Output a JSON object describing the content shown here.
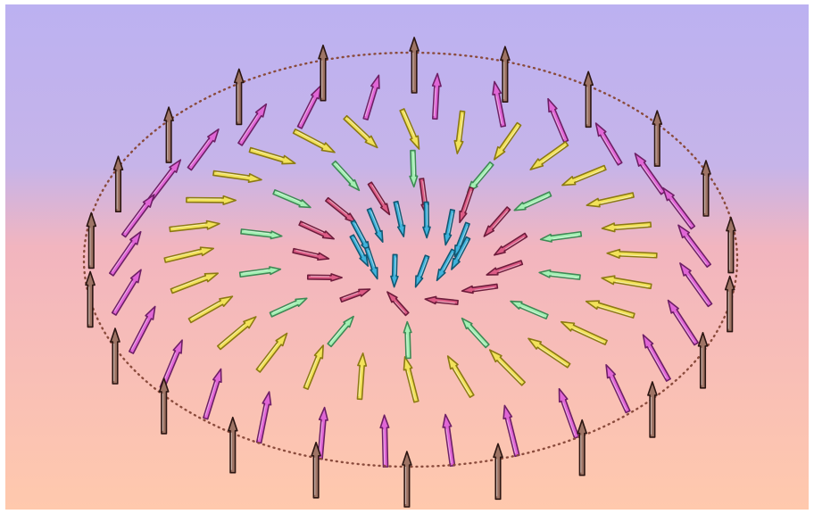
{
  "figure": {
    "kind": "magnetic-skyrmion-spin-texture",
    "background": {
      "top_color": "#bcb1f1",
      "middle_color": "#f2b5bf",
      "bottom_color": "#ffc9ad"
    },
    "boundary": {
      "style": "dotted",
      "color": "#8a4b3c"
    },
    "rings": [
      {
        "name": "outer-up-spins",
        "count": 22,
        "fill": "#9e7465",
        "stroke": "#2c1612",
        "spin_direction": "up",
        "spin_angle_deg": 90,
        "tilt_deg": 0
      },
      {
        "name": "magenta-tilted-spins",
        "count": 28,
        "fill": "#e066d6",
        "stroke": "#6e1f66",
        "spin_angle_deg": 172,
        "tilt_deg": 55
      },
      {
        "name": "yellow-in-plane-spins",
        "count": 28,
        "fill": "#f2e25a",
        "stroke": "#8c7a12",
        "spin_angle_deg": 170,
        "tilt_deg": 8
      },
      {
        "name": "green-in-plane-spins",
        "count": 14,
        "fill": "#a4f0b4",
        "stroke": "#3e8a55",
        "spin_angle_deg": 178,
        "tilt_deg": 0
      },
      {
        "name": "pink-inner-spins",
        "count": 14,
        "fill": "#dd5c86",
        "stroke": "#6e1c3c",
        "spin_angle_deg": 165,
        "tilt_deg": -22
      },
      {
        "name": "cyan-core-down-spins",
        "count": 12,
        "fill": "#3fb3dc",
        "stroke": "#125873",
        "spin_angle_deg": 160,
        "tilt_deg": -62
      }
    ]
  }
}
